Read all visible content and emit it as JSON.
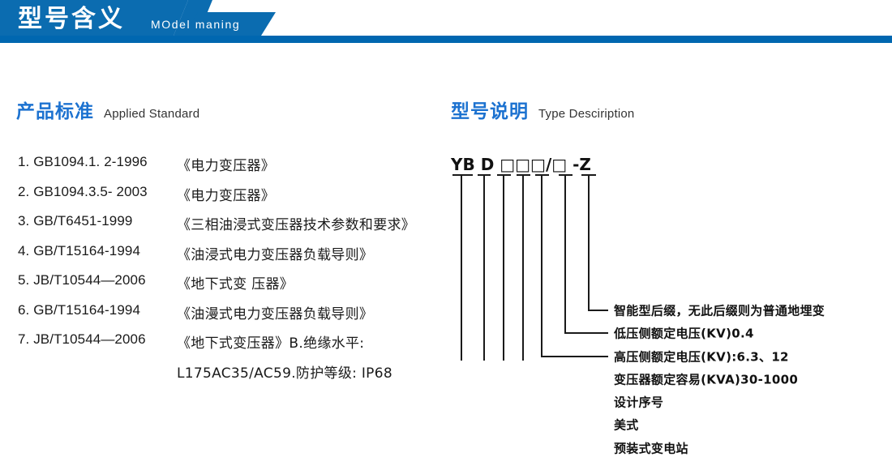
{
  "banner": {
    "title": "型号含义",
    "subtitle": "MOdel maning",
    "bg_color": "#0b6cb0",
    "bar_color": "#0067b0"
  },
  "headings": {
    "left": {
      "cn": "产品标准",
      "en": "Applied Standard"
    },
    "right": {
      "cn": "型号说明",
      "en": "Type Desciription"
    },
    "accent_color": "#1c72d0"
  },
  "standards": {
    "items": [
      {
        "code": "1. GB1094.1. 2-1996",
        "name": "《电力变压器》"
      },
      {
        "code": "2. GB1094.3.5- 2003",
        "name": "《电力变压器》"
      },
      {
        "code": "3. GB/T6451-1999",
        "name": "《三相油浸式变压器技术参数和要求》"
      },
      {
        "code": "4. GB/T15164-1994",
        "name": "《油浸式电力变压器负载导则》"
      },
      {
        "code": "5. JB/T10544—2006",
        "name": "《地下式变 压器》"
      },
      {
        "code": "6. GB/T15164-1994",
        "name": "《油漫式电力变压器负载导则》"
      },
      {
        "code": "7. JB/T10544—2006",
        "name": "《地下式变压器》B.绝缘水平:"
      }
    ],
    "continuation": "L175AC35/AC59.防护等级: IP68"
  },
  "type_code": {
    "code": "YB D □□□/□ -Z",
    "segments": [
      {
        "text": "YB",
        "label": "预装式变电站"
      },
      {
        "text": "D",
        "label": "美式"
      },
      {
        "text": "□",
        "label": "设计序号"
      },
      {
        "text": "□",
        "label": "变压器额定容易(KVA)30-1000"
      },
      {
        "text": "□",
        "label": "高压侧额定电压(KV):6.3、12"
      },
      {
        "text": "□",
        "label": "低压侧额定电压(KV)0.4"
      },
      {
        "text": "Z",
        "label": "智能型后缀，无此后缀则为普通地埋变"
      }
    ],
    "line_color": "#1a1a1a"
  }
}
